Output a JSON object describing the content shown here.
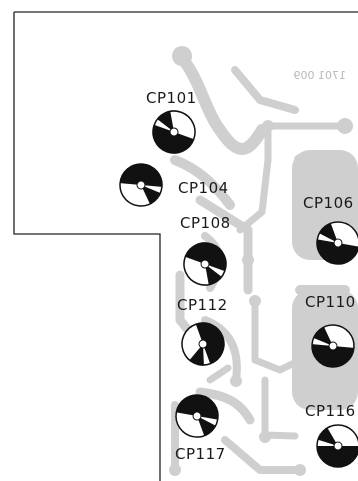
{
  "board_code": "1701 009",
  "components": [
    {
      "id": "cp101",
      "label": "CP101"
    },
    {
      "id": "cp104",
      "label": "CP104"
    },
    {
      "id": "cp108",
      "label": "CP108"
    },
    {
      "id": "cp112",
      "label": "CP112"
    },
    {
      "id": "cp117",
      "label": "CP117"
    },
    {
      "id": "cp106",
      "label": "CP106"
    },
    {
      "id": "cp110",
      "label": "CP110"
    },
    {
      "id": "cp116",
      "label": "CP116"
    }
  ]
}
